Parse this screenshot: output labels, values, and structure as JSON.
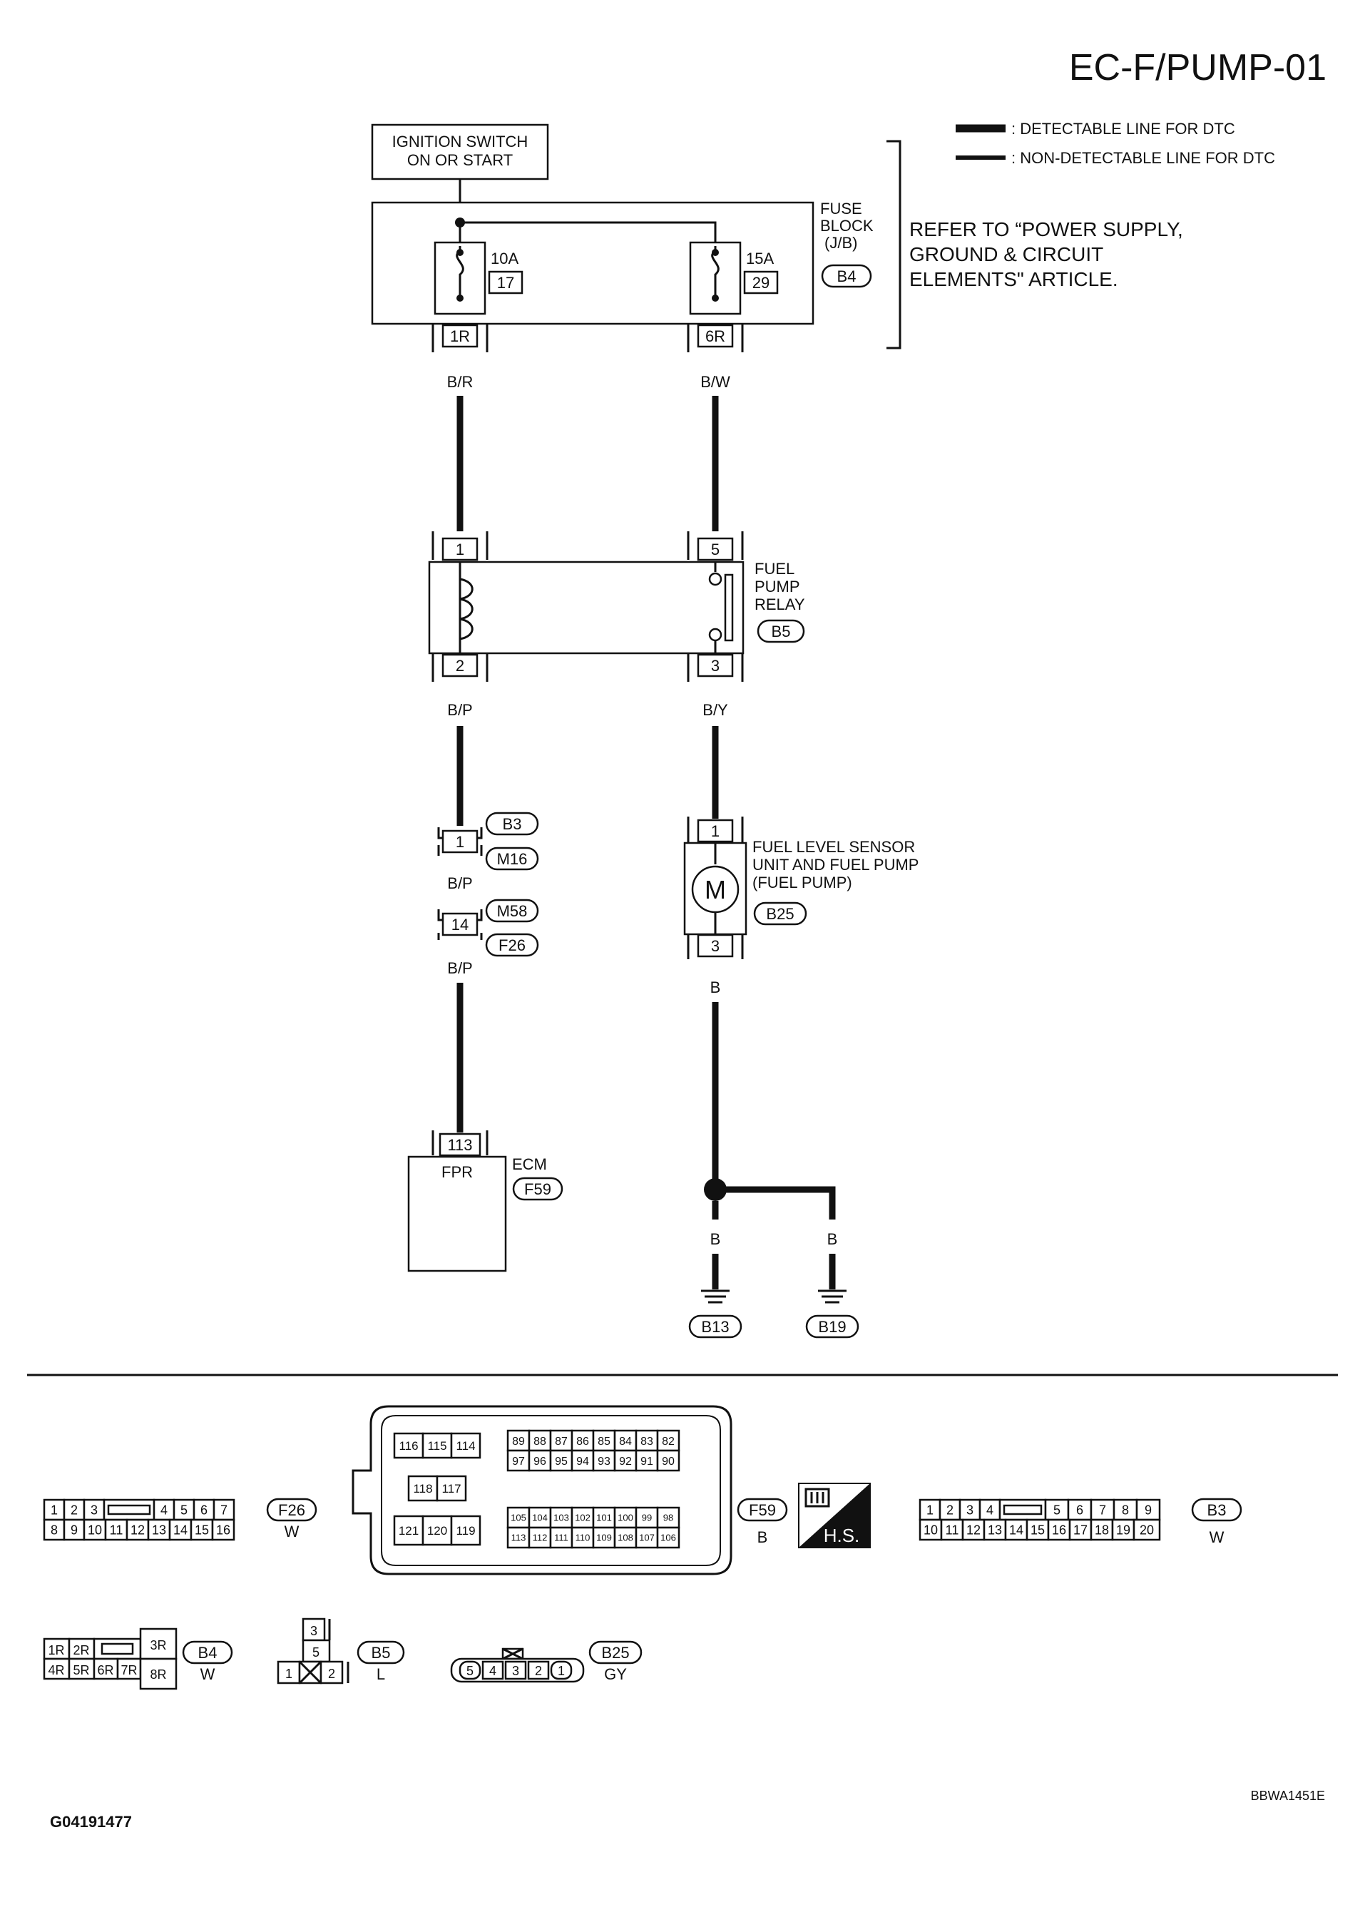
{
  "title": "EC-F/PUMP-01",
  "legend": {
    "detectable": ": DETECTABLE LINE FOR DTC",
    "non_detectable": ": NON-DETECTABLE LINE FOR DTC"
  },
  "ignition": {
    "line1": "IGNITION SWITCH",
    "line2": "ON OR START"
  },
  "fuse_block": {
    "label1": "FUSE",
    "label2": "BLOCK",
    "label3": "(J/B)",
    "connector": "B4",
    "fuse_left": {
      "amp": "10A",
      "num": "17",
      "terminal": "1R"
    },
    "fuse_right": {
      "amp": "15A",
      "num": "29",
      "terminal": "6R"
    }
  },
  "refer_note": {
    "line1": "REFER TO “POWER SUPPLY,",
    "line2": "GROUND & CIRCUIT",
    "line3": "ELEMENTS\" ARTICLE."
  },
  "wires": {
    "br": "B/R",
    "bw": "B/W",
    "bp1": "B/P",
    "bp2": "B/P",
    "bp3": "B/P",
    "by": "B/Y",
    "b1": "B",
    "b2": "B",
    "b3": "B"
  },
  "relay": {
    "label1": "FUEL",
    "label2": "PUMP",
    "label3": "RELAY",
    "connector": "B5",
    "pin1": "1",
    "pin2": "2",
    "pin3": "3",
    "pin5": "5"
  },
  "jc1": {
    "pin": "1",
    "top": "B3",
    "bottom": "M16"
  },
  "jc2": {
    "pin": "14",
    "top": "M58",
    "bottom": "F26"
  },
  "ecm": {
    "pin": "113",
    "signal": "FPR",
    "label": "ECM",
    "connector": "F59"
  },
  "pump": {
    "line1": "FUEL LEVEL SENSOR",
    "line2": "UNIT AND FUEL PUMP",
    "line3": "(FUEL PUMP)",
    "connector": "B25",
    "motor": "M",
    "pin1": "1",
    "pin3": "3"
  },
  "grounds": {
    "g1": "B13",
    "g2": "B19"
  },
  "conn_f26": {
    "row1": [
      "1",
      "2",
      "3",
      "",
      "4",
      "5",
      "6",
      "7"
    ],
    "row2": [
      "8",
      "9",
      "10",
      "11",
      "12",
      "13",
      "14",
      "15",
      "16"
    ],
    "name": "F26",
    "color": "W"
  },
  "conn_f59": {
    "g1": [
      "116",
      "115",
      "114"
    ],
    "g2": [
      "118",
      "117"
    ],
    "g3": [
      "121",
      "120",
      "119"
    ],
    "r1": [
      "89",
      "88",
      "87",
      "86",
      "85",
      "84",
      "83",
      "82"
    ],
    "r2": [
      "97",
      "96",
      "95",
      "94",
      "93",
      "92",
      "91",
      "90"
    ],
    "r3": [
      "105",
      "104",
      "103",
      "102",
      "101",
      "100",
      "99",
      "98"
    ],
    "r4": [
      "113",
      "112",
      "111",
      "110",
      "109",
      "108",
      "107",
      "106"
    ],
    "name": "F59",
    "color": "B",
    "hs": "H.S."
  },
  "conn_b3": {
    "row1": [
      "1",
      "2",
      "3",
      "4",
      "",
      "5",
      "6",
      "7",
      "8",
      "9"
    ],
    "row2": [
      "10",
      "11",
      "12",
      "13",
      "14",
      "15",
      "16",
      "17",
      "18",
      "19",
      "20"
    ],
    "name": "B3",
    "color": "W"
  },
  "conn_b4": {
    "row1": [
      "1R",
      "2R",
      "",
      "3R"
    ],
    "row2": [
      "4R",
      "5R",
      "6R",
      "7R",
      "8R"
    ],
    "name": "B4",
    "color": "W"
  },
  "conn_b5": {
    "pins": [
      "3",
      "5",
      "1",
      "2"
    ],
    "name": "B5",
    "color": "L"
  },
  "conn_b25": {
    "pins": [
      "5",
      "4",
      "3",
      "2",
      "1"
    ],
    "name": "B25",
    "color": "GY"
  },
  "footer": {
    "left": "G04191477",
    "right": "BBWA1451E"
  }
}
